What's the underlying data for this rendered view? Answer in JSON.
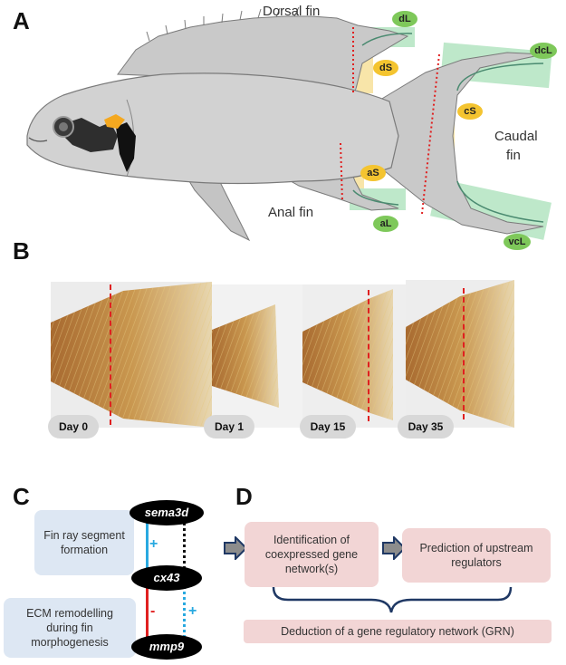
{
  "panels": {
    "a": "A",
    "b": "B",
    "c": "C",
    "d": "D"
  },
  "panelA": {
    "labels": {
      "dorsal": "Dorsal fin",
      "caudal_line1": "Caudal",
      "caudal_line2": "fin",
      "anal": "Anal fin"
    },
    "regions": {
      "dL": "dL",
      "dS": "dS",
      "dcL": "dcL",
      "cS": "cS",
      "aS": "aS",
      "aL": "aL",
      "vcL": "vcL"
    }
  },
  "panelB": {
    "days": [
      "Day 0",
      "Day 1",
      "Day 15",
      "Day 35"
    ]
  },
  "panelC": {
    "genes": {
      "g1": "sema3d",
      "g2": "cx43",
      "g3": "mmp9"
    },
    "boxes": {
      "fin_ray": "Fin ray segment formation",
      "ecm": "ECM remodelling during fin morphogenesis"
    },
    "signs": {
      "plus1": "+",
      "minus": "-",
      "plus2": "+"
    }
  },
  "panelD": {
    "step1": "Identification of coexpressed gene network(s)",
    "step2": "Prediction of upstream regulators",
    "result": "Deduction of a gene regulatory network (GRN)"
  },
  "colors": {
    "green": "#7ec85a",
    "yellow": "#f4c430",
    "red": "#e02020",
    "blue": "#29a9e0",
    "pink_box": "#f2d5d5",
    "blue_box": "#dde7f3",
    "navy": "#1f3864"
  }
}
